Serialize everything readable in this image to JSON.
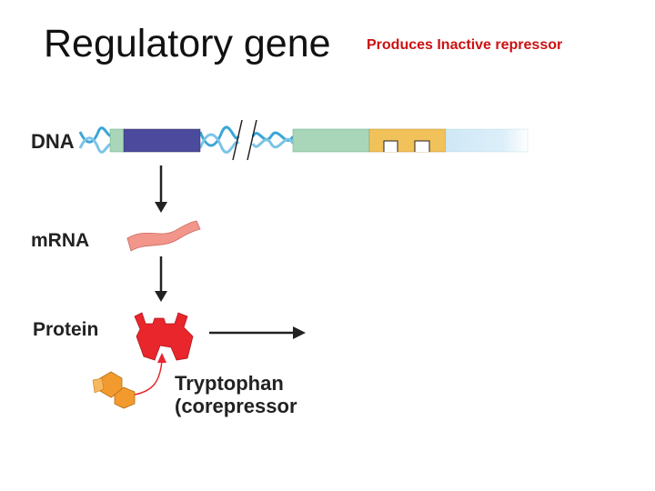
{
  "slide": {
    "title": "Regulatory gene",
    "subtitle": "Produces Inactive repressor"
  },
  "diagram": {
    "labels": {
      "dna": "DNA",
      "mrna": "mRNA",
      "protein": "Protein",
      "tryptophan": "Tryptophan",
      "corepressor": "(corepressor"
    },
    "colors": {
      "helix": "#3aa6d6",
      "regulatory_gene": "#4b4a9c",
      "promoter": "#a9d6b8",
      "operator": "#f2c25a",
      "trp_gene": "#cfe8f6",
      "mrna": "#f2958a",
      "repressor": "#e8262c",
      "tryptophan": "#f29a2e",
      "subtitle": "#cc1111"
    }
  }
}
